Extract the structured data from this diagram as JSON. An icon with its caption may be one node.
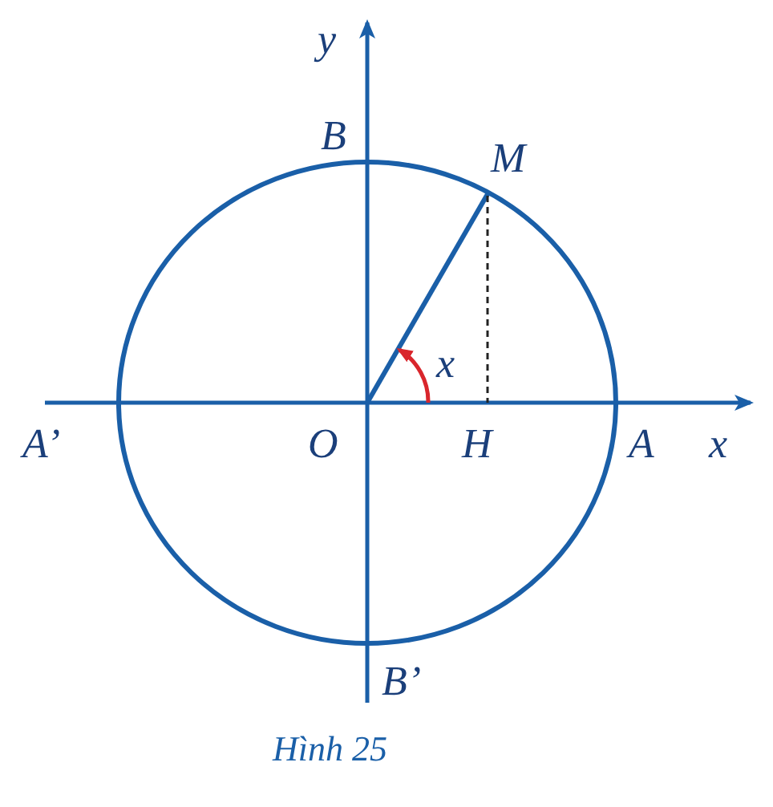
{
  "diagram": {
    "caption": "Hình 25",
    "labels": [
      "y",
      "B",
      "M",
      "x",
      "A’",
      "O",
      "H",
      "A",
      "x",
      "B’"
    ]
  }
}
